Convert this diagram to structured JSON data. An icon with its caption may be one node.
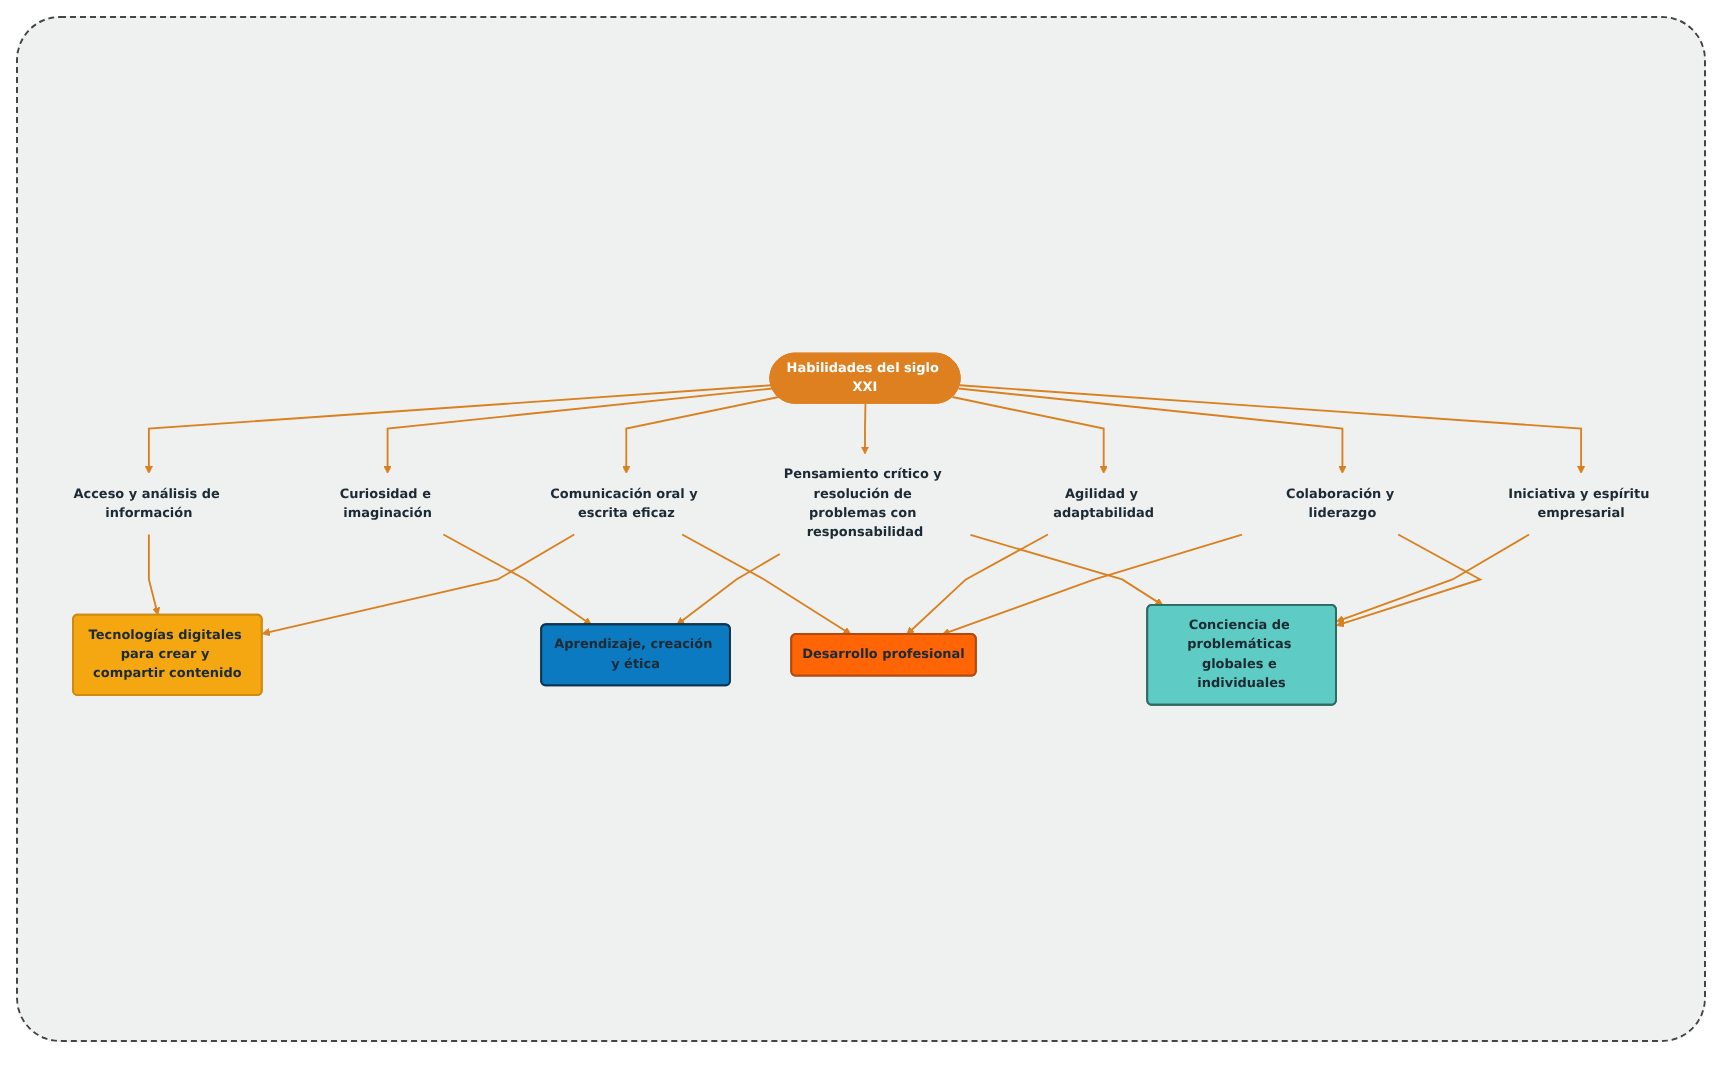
{
  "diagram": {
    "nodes": [
      {
        "text": [
          "Tecnologías digitales para crear y compartir contenido"
        ]
      },
      {
        "text": [
          "Aprendizaje, creación y ética"
        ]
      },
      {
        "text": [
          "Acceso y análisis de información"
        ]
      },
      {
        "text": [
          "Curiosidad e imaginación"
        ]
      },
      {
        "text": [
          "Comunicación oral y escrita eficaz"
        ]
      },
      {
        "text": [
          "Habilidades del siglo XXI"
        ]
      },
      {
        "text": [
          "Pensamiento crítico y resolución de problemas con responsabilidad"
        ]
      },
      {
        "text": [
          "Agilidad y adaptabilidad"
        ]
      },
      {
        "text": [
          "Iniciativa y espíritu empresarial"
        ]
      },
      {
        "text": [
          "Desarrollo profesional"
        ]
      },
      {
        "text": [
          "Colaboración y liderazgo"
        ]
      },
      {
        "text": [
          "Conciencia de problemáticas globales e individuales"
        ]
      }
    ],
    "edges": [
      {
        "from": 5,
        "to": 2,
        "arrow": "to"
      },
      {
        "from": 5,
        "to": 3,
        "arrow": "to"
      },
      {
        "from": 5,
        "to": 4,
        "arrow": "to"
      },
      {
        "from": 5,
        "to": 6,
        "arrow": "to"
      },
      {
        "from": 5,
        "to": 7,
        "arrow": "to"
      },
      {
        "from": 5,
        "to": 8,
        "arrow": "to"
      },
      {
        "from": 5,
        "to": 10,
        "arrow": "to"
      },
      {
        "from": 2,
        "to": 0,
        "arrow": "to"
      },
      {
        "from": 3,
        "to": 1,
        "arrow": "to"
      },
      {
        "from": 4,
        "to": 0,
        "arrow": "to"
      },
      {
        "from": 6,
        "to": 1,
        "arrow": "to"
      },
      {
        "from": 4,
        "to": 9,
        "arrow": "to"
      },
      {
        "from": 6,
        "to": 11,
        "arrow": "to"
      },
      {
        "from": 7,
        "to": 9,
        "arrow": "to"
      },
      {
        "from": 8,
        "to": 11,
        "arrow": "to"
      },
      {
        "from": 10,
        "to": 9,
        "arrow": "to"
      },
      {
        "from": 10,
        "to": 11,
        "arrow": "to"
      }
    ]
  }
}
